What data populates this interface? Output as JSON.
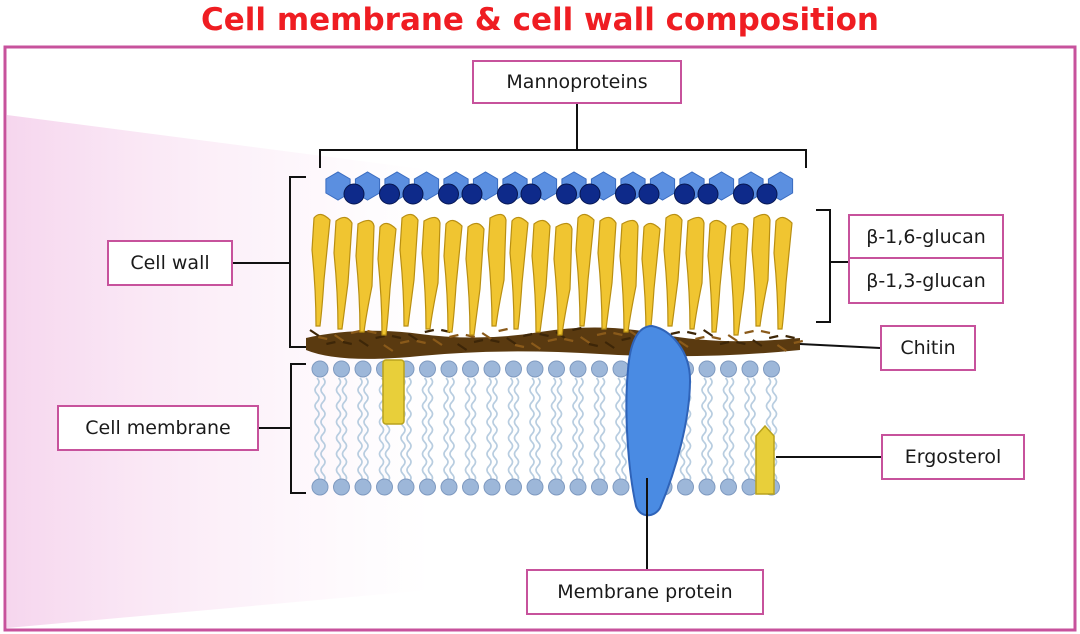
{
  "title": "Cell membrane & cell wall composition",
  "labels": {
    "mannoproteins": "Mannoproteins",
    "cell_wall": "Cell wall",
    "beta_1_6_glucan": "β-1,6-glucan",
    "beta_1_3_glucan": "β-1,3-glucan",
    "chitin": "Chitin",
    "cell_membrane": "Cell membrane",
    "ergosterol": "Ergosterol",
    "membrane_protein": "Membrane protein"
  },
  "colors": {
    "title": "#ef1d22",
    "frame": "#c7529c",
    "mannoprotein_hexagon": "#5b8fe0",
    "mannoprotein_sphere": "#0e2a8a",
    "glucan": "#f0c531",
    "chitin": "#5a3a10",
    "phospholipid_head": "#9db7d9",
    "membrane_protein": "#4a8be3",
    "ergosterol": "#e8cf3a"
  }
}
